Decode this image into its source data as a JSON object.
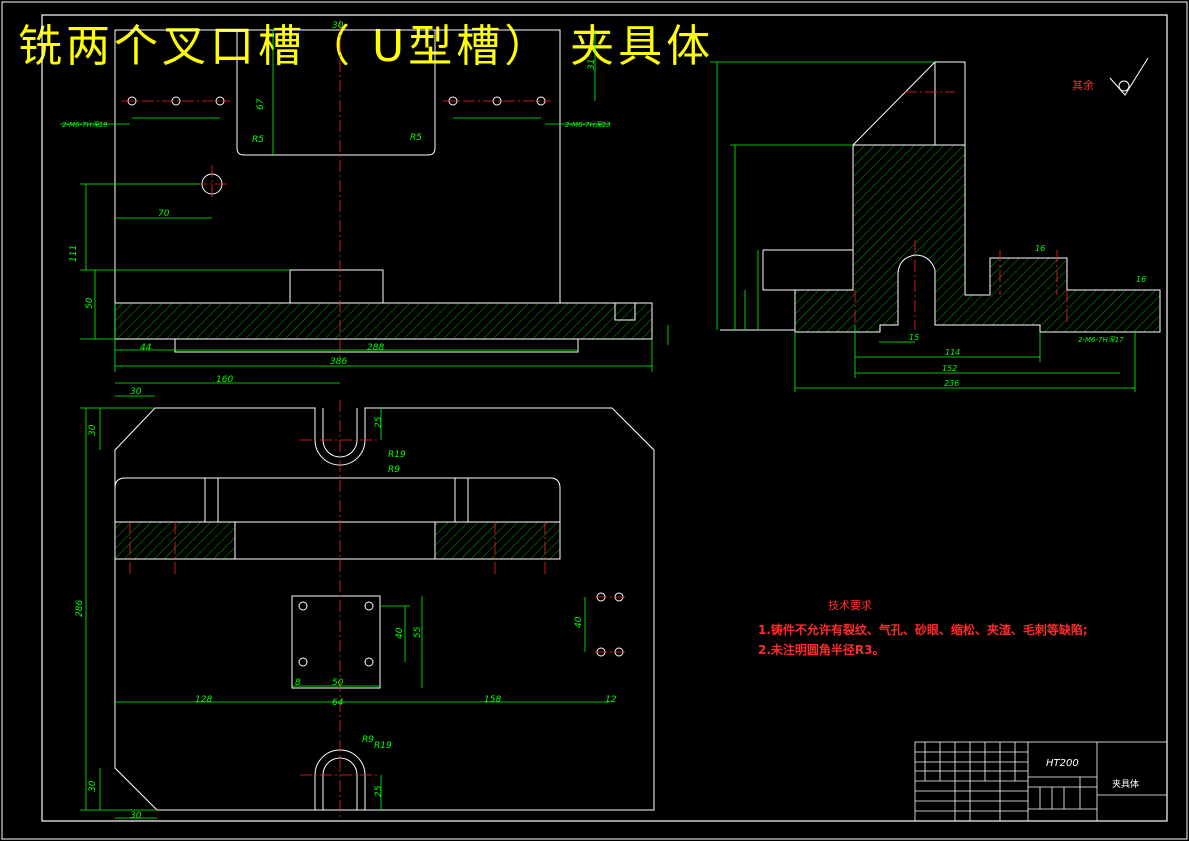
{
  "title": "铣两个叉口槽（ U型槽） 夹具体",
  "roughness_note": "其余",
  "tech_requirements": {
    "heading": "技术要求",
    "items": [
      "1.铸件不允许有裂纹、气孔、砂眼、缩松、夹渣、毛刺等缺陷;",
      "2.未注明圆角半径R3。"
    ]
  },
  "title_block": {
    "material": "HT200",
    "part_name": "夹具体"
  },
  "dimensions": {
    "top_view": [
      "30",
      "67",
      "70",
      "111",
      "50",
      "44",
      "288",
      "386",
      "R5",
      "R5",
      "2-M6-7H深19",
      "2-M6-7H深23",
      "31"
    ],
    "bottom_view": [
      "160",
      "30",
      "30",
      "25",
      "R19",
      "R9",
      "286",
      "40",
      "55",
      "8",
      "50",
      "128",
      "64",
      "158",
      "12",
      "40",
      "30",
      "30",
      "R9",
      "R19",
      "25"
    ],
    "side_view": [
      "16",
      "16",
      "15",
      "114",
      "152",
      "236",
      "2-M6-7H深17"
    ]
  },
  "colors": {
    "background": "#000000",
    "outline": "#ffffff",
    "dimension": "#00ff00",
    "centerline": "#ff2020",
    "title": "#ffff00",
    "hatch": "#00a000"
  }
}
